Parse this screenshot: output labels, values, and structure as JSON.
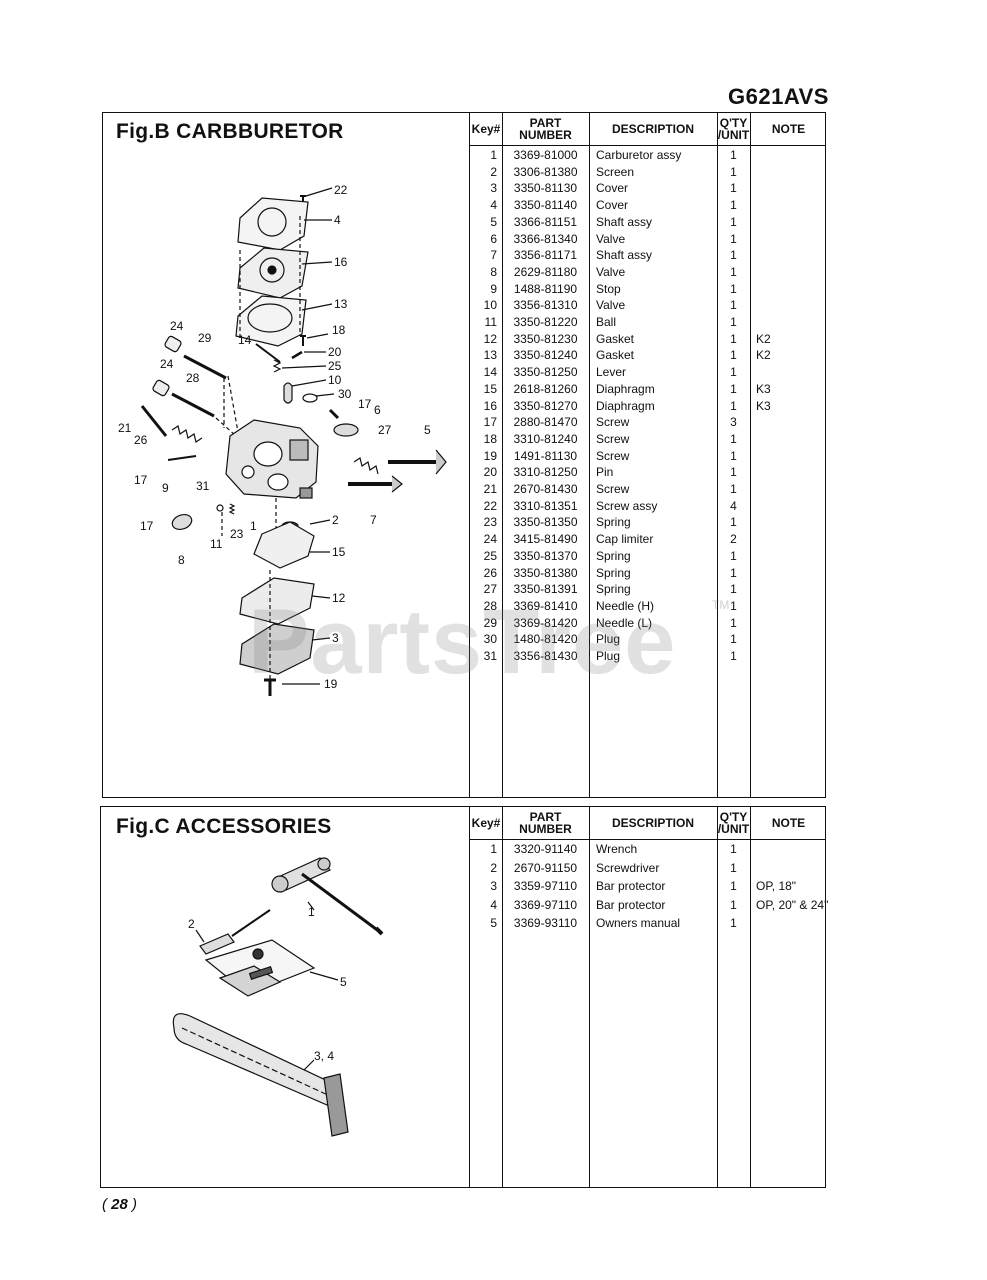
{
  "model": "G621AVS",
  "headers": {
    "key": "Key#",
    "part": "PART NUMBER",
    "desc": "DESCRIPTION",
    "qty1": "Q'TY",
    "qty2": "/UNIT",
    "note": "NOTE"
  },
  "figB": {
    "title": "Fig.B  CARBBURETOR",
    "rows": [
      [
        "1",
        "3369-81000",
        "Carburetor assy",
        "1",
        ""
      ],
      [
        "2",
        "3306-81380",
        "Screen",
        "1",
        ""
      ],
      [
        "3",
        "3350-81130",
        "Cover",
        "1",
        ""
      ],
      [
        "4",
        "3350-81140",
        "Cover",
        "1",
        ""
      ],
      [
        "5",
        "3366-81151",
        "Shaft assy",
        "1",
        ""
      ],
      [
        "6",
        "3366-81340",
        "Valve",
        "1",
        ""
      ],
      [
        "7",
        "3356-81171",
        "Shaft assy",
        "1",
        ""
      ],
      [
        "8",
        "2629-81180",
        "Valve",
        "1",
        ""
      ],
      [
        "9",
        "1488-81190",
        "Stop",
        "1",
        ""
      ],
      [
        "10",
        "3356-81310",
        "Valve",
        "1",
        ""
      ],
      [
        "11",
        "3350-81220",
        "Ball",
        "1",
        ""
      ],
      [
        "12",
        "3350-81230",
        "Gasket",
        "1",
        "K2"
      ],
      [
        "13",
        "3350-81240",
        "Gasket",
        "1",
        "K2"
      ],
      [
        "14",
        "3350-81250",
        "Lever",
        "1",
        ""
      ],
      [
        "15",
        "2618-81260",
        "Diaphragm",
        "1",
        "K3"
      ],
      [
        "16",
        "3350-81270",
        "Diaphragm",
        "1",
        "K3"
      ],
      [
        "17",
        "2880-81470",
        "Screw",
        "3",
        ""
      ],
      [
        "18",
        "3310-81240",
        "Screw",
        "1",
        ""
      ],
      [
        "19",
        "1491-81130",
        "Screw",
        "1",
        ""
      ],
      [
        "20",
        "3310-81250",
        "Pin",
        "1",
        ""
      ],
      [
        "21",
        "2670-81430",
        "Screw",
        "1",
        ""
      ],
      [
        "22",
        "3310-81351",
        "Screw assy",
        "4",
        ""
      ],
      [
        "23",
        "3350-81350",
        "Spring",
        "1",
        ""
      ],
      [
        "24",
        "3415-81490",
        "Cap limiter",
        "2",
        ""
      ],
      [
        "25",
        "3350-81370",
        "Spring",
        "1",
        ""
      ],
      [
        "26",
        "3350-81380",
        "Spring",
        "1",
        ""
      ],
      [
        "27",
        "3350-81391",
        "Spring",
        "1",
        ""
      ],
      [
        "28",
        "3369-81410",
        "Needle (H)",
        "1",
        ""
      ],
      [
        "29",
        "3369-81420",
        "Needle (L)",
        "1",
        ""
      ],
      [
        "30",
        "1480-81420",
        "Plug",
        "1",
        ""
      ],
      [
        "31",
        "3356-81430",
        "Plug",
        "1",
        ""
      ]
    ],
    "callouts": [
      "22",
      "4",
      "16",
      "13",
      "18",
      "20",
      "25",
      "10",
      "30",
      "17",
      "6",
      "27",
      "5",
      "24",
      "29",
      "14",
      "24",
      "28",
      "21",
      "26",
      "17",
      "9",
      "31",
      "17",
      "11",
      "23",
      "1",
      "2",
      "7",
      "8",
      "15",
      "12",
      "3",
      "19"
    ]
  },
  "figC": {
    "title": "Fig.C  ACCESSORIES",
    "rows": [
      [
        "1",
        "3320-91140",
        "Wrench",
        "1",
        ""
      ],
      [
        "2",
        "2670-91150",
        "Screwdriver",
        "1",
        ""
      ],
      [
        "3",
        "3359-97110",
        "Bar protector",
        "1",
        "OP, 18\""
      ],
      [
        "4",
        "3369-97110",
        "Bar protector",
        "1",
        "OP, 20\" & 24\""
      ],
      [
        "5",
        "3369-93110",
        "Owners manual",
        "1",
        ""
      ]
    ],
    "callouts": [
      "2",
      "1",
      "5",
      "3, 4"
    ]
  },
  "watermark": "PartsTree",
  "trademark": "TM",
  "page": "28"
}
